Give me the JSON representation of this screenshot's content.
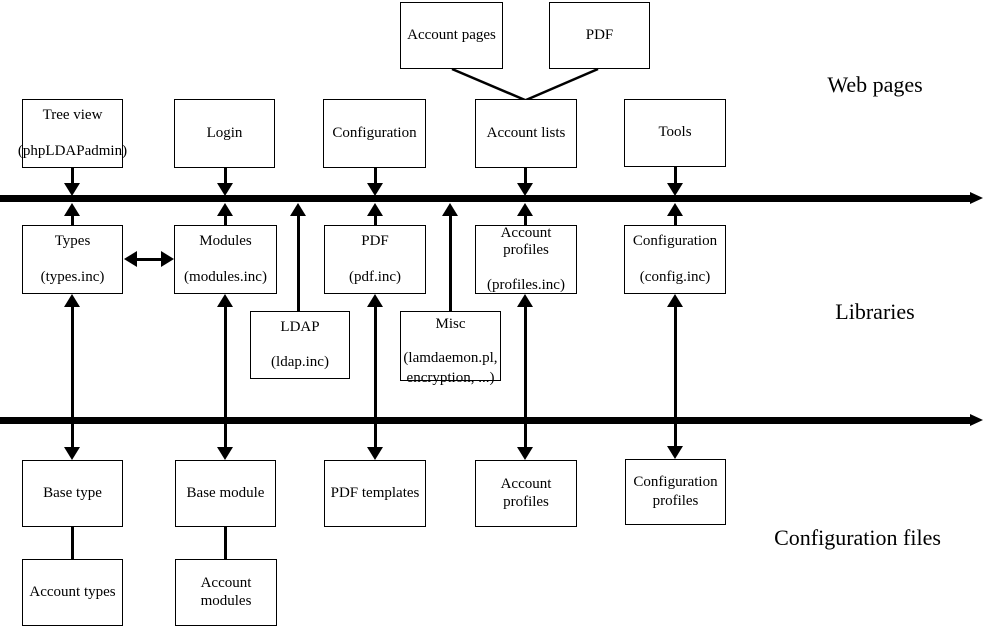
{
  "sections": {
    "web_pages": {
      "label": "Web pages"
    },
    "libraries": {
      "label": "Libraries"
    },
    "config_files": {
      "label": "Configuration files"
    }
  },
  "boxes": {
    "account_pages": {
      "title": "Account pages"
    },
    "pdf_top": {
      "title": "PDF"
    },
    "tree_view": {
      "title": "Tree view",
      "subtitle": "(phpLDAPadmin)"
    },
    "login": {
      "title": "Login"
    },
    "configuration_web": {
      "title": "Configuration"
    },
    "account_lists": {
      "title": "Account lists"
    },
    "tools": {
      "title": "Tools"
    },
    "types": {
      "title": "Types",
      "subtitle": "(types.inc)"
    },
    "modules": {
      "title": "Modules",
      "subtitle": "(modules.inc)"
    },
    "pdf_lib": {
      "title": "PDF",
      "subtitle": "(pdf.inc)"
    },
    "account_profiles_lib": {
      "title": "Account profiles",
      "subtitle": "(profiles.inc)"
    },
    "configuration_lib": {
      "title": "Configuration",
      "subtitle": "(config.inc)"
    },
    "ldap": {
      "title": "LDAP",
      "subtitle": "(ldap.inc)"
    },
    "misc": {
      "title": "Misc",
      "subtitle_line1": "(lamdaemon.pl,",
      "subtitle_line2": "encryption, ...)"
    },
    "base_type": {
      "title": "Base type"
    },
    "base_module": {
      "title": "Base module"
    },
    "pdf_templates": {
      "title": "PDF templates"
    },
    "account_profiles_files": {
      "title": "Account profiles"
    },
    "configuration_profiles": {
      "title": "Configuration",
      "title_line2": "profiles"
    },
    "account_types": {
      "title": "Account types"
    },
    "account_modules": {
      "title": "Account modules"
    }
  },
  "colors": {
    "line": "#000000",
    "background": "#ffffff",
    "box_border": "#000000"
  }
}
